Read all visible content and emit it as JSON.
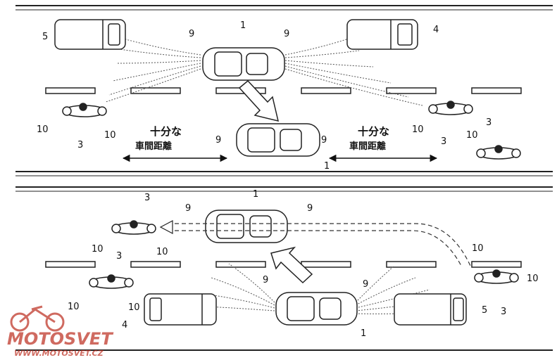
{
  "labels": {
    "host_vehicle": "1",
    "motorcycle": "3",
    "truck_front": "4",
    "truck_rear": "5",
    "sensor": "9",
    "wheel": "10"
  },
  "text": {
    "sufficient": "十分な",
    "distance": "車間距離"
  },
  "watermark": {
    "brand": "MOTOSVET",
    "url": "WWW.MOTOSVET.CZ",
    "color": "#c0392b"
  }
}
